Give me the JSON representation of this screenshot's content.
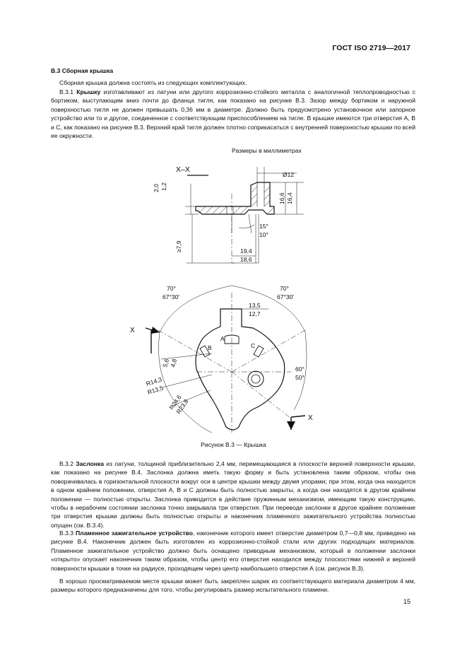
{
  "header": {
    "standard": "ГОСТ ISO 2719—2017"
  },
  "section": {
    "title": "В.3 Сборная крышка"
  },
  "paragraphs": {
    "intro": "Сборная крышка должна состоять из следующих комплектующих.",
    "b31_num": "В.3.1",
    "b31_term": "Крышку",
    "b31_text": " изготавливают из латуни или другого коррозионно-стойкого металла с аналогичной теплопроводностью с бортиком, выступающим вниз почти до фланца тигля, как показано на рисунке В.3. Зазор между бортиком и наружной поверхностью тигля не должен превышать 0,36 мм в диаметре. Должно быть предусмотрено установочное или запорное устройство или то и другое, соединенное с соответствующим приспособлением на тигле. В крышке имеются три отверстия А, В и С, как показано на рисунке В.3. Верхний край тигля должен плотно соприкасаться с внутренней поверхностью крышки по всей ее окружности.",
    "b32_num": "В.3.2",
    "b32_term": "Заслонка",
    "b32_text": " из латуни, толщиной приблизительно 2,4 мм, перемещающаяся в плоскости верхней поверхности крышки, как показано на рисунке В.4. Заслонка должна иметь такую форму и быть установлена таким образом, чтобы она поворачивалась в горизонтальной плоскости вокруг оси в центре крышки между двумя упорами; при этом, когда она находится в одном крайнем положении, отверстия А, В и С должны быть полностью закрыты, а когда они находятся в другом крайнем положении — полностью открыты. Заслонка приводится в действие пружинным механизмом, имеющим такую конструкцию, чтобы в нерабочем состоянии заслонка точно закрывала три отверстия. При переводе заслонки в другое крайнее положение три отверстия крышки должны быть полностью открыты и наконечник пламенного зажигательного устройства полностью опущен (см. В.3.4).",
    "b33_num": "В.3.3",
    "b33_term": "Пламенное зажигательное устройство",
    "b33_text": ", наконечник которого имеет отверстие диаметром 0,7—0,8 мм, приведено на рисунке В.4. Наконечник должен быть изготовлен из коррозионно-стойкой стали или других подходящих материалов. Пламенное зажигательное устройство должно быть оснащено приводным механизмом, который в положении заслонки «открыто» опускает наконечник таким образом, чтобы центр его отверстия находился между плоскостями нижней и верхней поверхности крышки в точке на радиусе, проходящем через центр наибольшего отверстия А (см. рисунок В.3).",
    "last": "В хорошо просматриваемом месте крышки может быть закреплен шарик из соответствующего материала диаметром 4 мм, размеры которого предназначены для того, чтобы регулировать размер испытательного пламени."
  },
  "figure": {
    "units_note": "Размеры в миллиметрах",
    "section_label": "X–X",
    "dims": {
      "d12": "Ø12",
      "v20": "2,0",
      "v12": "1,2",
      "v166": "16,6",
      "v164": "16,4",
      "a15": "15°",
      "a10": "10°",
      "ge79": "≥7,9",
      "h194": "19,4",
      "h186": "18,6",
      "ang70l": "70°",
      "ang6730l": "67°30′",
      "ang70r": "70°",
      "ang6730r": "67°30′",
      "w135": "13,5",
      "w127": "12,7",
      "v56": "5,6",
      "v48": "4,8",
      "r143": "R14,3",
      "r135": "R13,5",
      "r246": "R24,6",
      "r238": "R23,8",
      "ang60": "60°",
      "ang50": "50°"
    },
    "labels": {
      "x_left": "X",
      "x_right": "X",
      "hole_a": "A",
      "hole_b": "B",
      "hole_c": "C"
    },
    "caption": "Рисунок В.3 — Крышка"
  },
  "page_number": "15"
}
